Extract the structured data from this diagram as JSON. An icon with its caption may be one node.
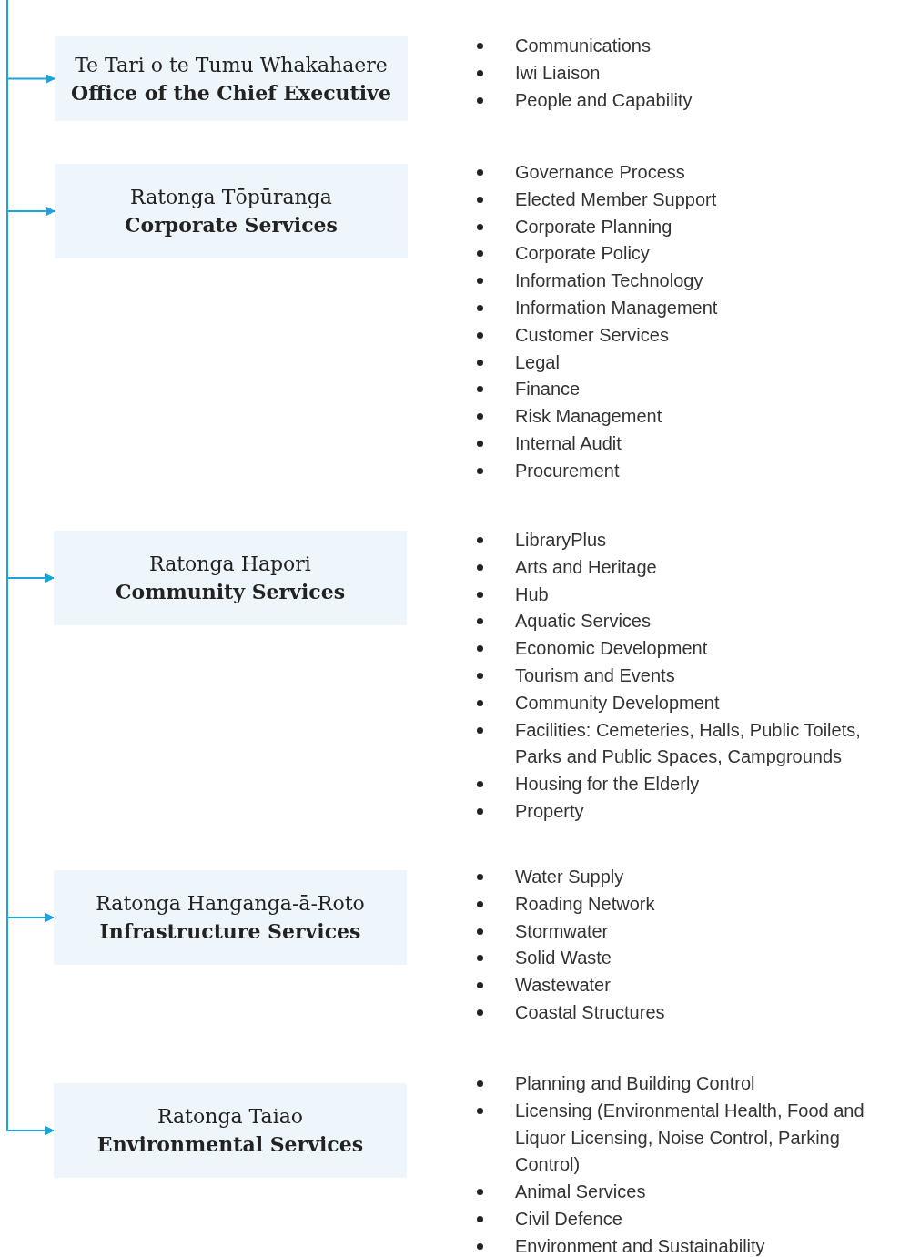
{
  "diagram": {
    "nodes": [
      {
        "text": [
          "Te Tari o te Tumu Whakahaere",
          "Office of the Chief Executive"
        ],
        "beside": [
          "Communications",
          "Iwi Liaison",
          "People and Capability"
        ]
      },
      {
        "text": [
          "Ratonga Tōpūranga",
          "Corporate Services"
        ],
        "beside": [
          "Governance Process",
          "Elected Member Support",
          "Corporate Planning",
          "Corporate Policy",
          "Information Technology",
          "Information Management",
          "Customer Services",
          "Legal",
          "Finance",
          "Risk Management",
          "Internal Audit",
          "Procurement"
        ]
      },
      {
        "text": [
          "Ratonga Hapori",
          "Community Services"
        ],
        "beside": [
          "LibraryPlus",
          "Arts and Heritage",
          "Hub",
          "Aquatic Services",
          "Economic Development",
          "Tourism and Events",
          "Community Development",
          "Facilities: Cemeteries, Halls, Public Toilets, Parks and Public Spaces, Campgrounds",
          "Housing for the Elderly",
          "Property"
        ]
      },
      {
        "text": [
          "Ratonga Hanganga-ā-Roto",
          "Infrastructure Services"
        ],
        "beside": [
          "Water Supply",
          "Roading Network",
          "Stormwater",
          "Solid Waste",
          "Wastewater",
          "Coastal Structures"
        ]
      },
      {
        "text": [
          "Ratonga Taiao",
          "Environmental Services"
        ],
        "beside": [
          "Planning and Building Control",
          "Licensing (Environmental Health, Food and Liquor Licensing, Noise Control, Parking Control)",
          "Animal Services",
          "Civil Defence",
          "Environment and Sustainability"
        ]
      }
    ],
    "edges": [
      {
        "from": null,
        "to": 0,
        "arrow": "to"
      },
      {
        "from": null,
        "to": 1,
        "arrow": "to"
      },
      {
        "from": null,
        "to": 2,
        "arrow": "to"
      },
      {
        "from": null,
        "to": 3,
        "arrow": "to"
      },
      {
        "from": null,
        "to": 4,
        "arrow": "to"
      }
    ]
  }
}
